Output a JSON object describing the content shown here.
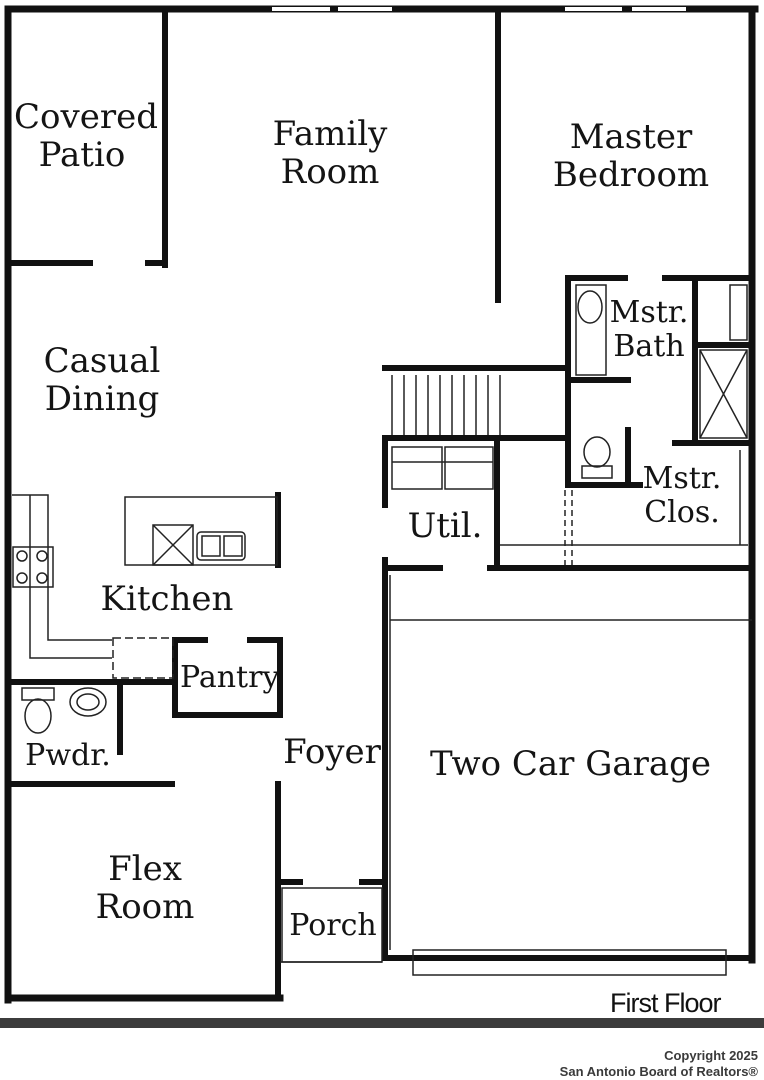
{
  "plan": {
    "rooms": {
      "covered_patio": [
        "Covered",
        "Patio"
      ],
      "family_room": [
        "Family",
        "Room"
      ],
      "master_bedroom": [
        "Master",
        "Bedroom"
      ],
      "casual_dining": [
        "Casual",
        "Dining"
      ],
      "mstr_bath": [
        "Mstr.",
        "Bath"
      ],
      "kitchen": "Kitchen",
      "util": "Util.",
      "mstr_clos": [
        "Mstr.",
        "Clos."
      ],
      "pantry": "Pantry",
      "pwdr": "Pwdr.",
      "foyer": "Foyer",
      "garage": "Two Car Garage",
      "flex_room": [
        "Flex",
        "Room"
      ],
      "porch": "Porch"
    },
    "floor_label": "First Floor"
  },
  "copyright": {
    "line1": "Copyright 2025",
    "line2": "San Antonio Board of Realtors®"
  },
  "colors": {
    "wall": "#111111",
    "fixture": "#333333",
    "background": "#ffffff"
  }
}
